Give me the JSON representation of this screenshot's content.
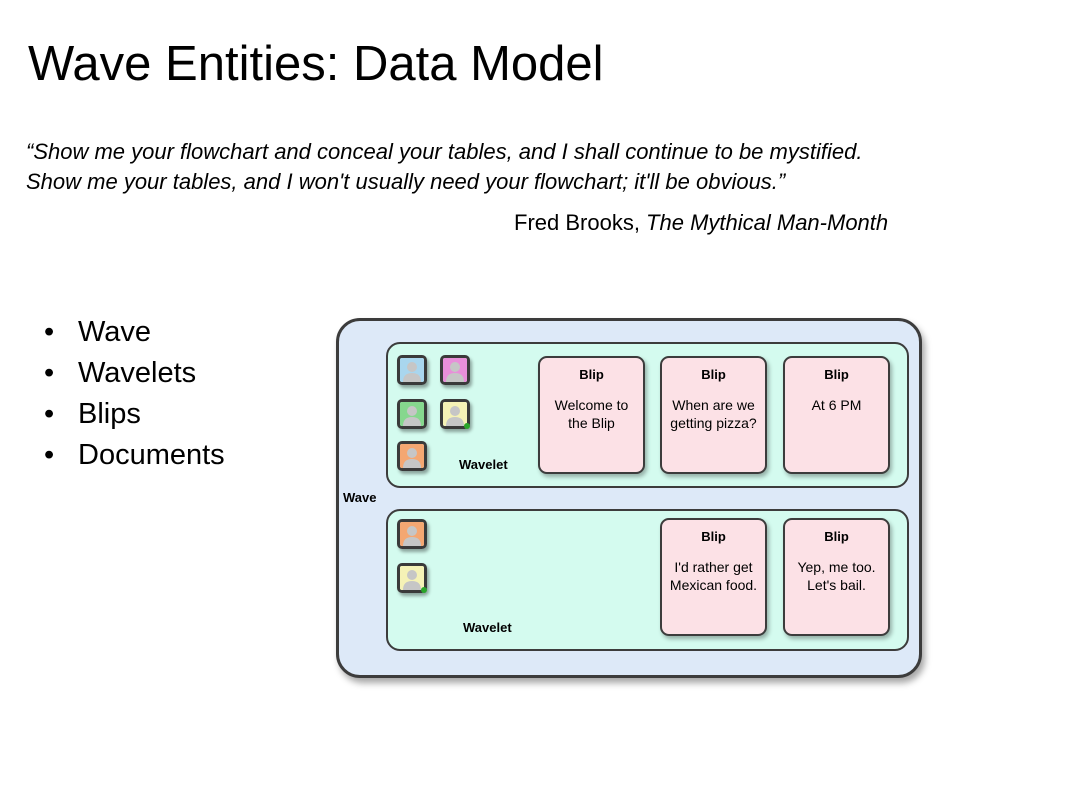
{
  "slide": {
    "title": "Wave Entities: Data Model",
    "quote_line1": "“Show me your flowchart and conceal your tables, and I shall continue to be mystified.",
    "quote_line2": "Show me your tables, and I won't usually need your flowchart; it'll be obvious.”",
    "attribution_author": "Fred Brooks, ",
    "attribution_book": "The Mythical Man-Month",
    "bullet_glyph": "•",
    "bullets": [
      "Wave",
      "Wavelets",
      "Blips",
      "Documents"
    ]
  },
  "diagram": {
    "wave_label": "Wave",
    "wavelets": [
      {
        "label": "Wavelet",
        "participants": [
          {
            "icon": "person-icon",
            "color": "#a9d6ee"
          },
          {
            "icon": "person-icon",
            "color": "#e88fd9"
          },
          {
            "icon": "person-icon",
            "color": "#86d78e"
          },
          {
            "icon": "person-icon",
            "color": "#f5f2b6",
            "online": true
          },
          {
            "icon": "person-icon",
            "color": "#f4a772"
          }
        ],
        "blips": [
          {
            "title": "Blip",
            "text_line1": "Welcome to",
            "text_line2": "the Blip"
          },
          {
            "title": "Blip",
            "text_line1": "When are we",
            "text_line2": "getting pizza?"
          },
          {
            "title": "Blip",
            "text_line1": "At 6 PM",
            "text_line2": ""
          }
        ]
      },
      {
        "label": "Wavelet",
        "participants": [
          {
            "icon": "person-icon",
            "color": "#f4a772"
          },
          {
            "icon": "person-icon",
            "color": "#f5f2b6",
            "online": true
          }
        ],
        "blips": [
          {
            "title": "Blip",
            "text_line1": "I'd rather get",
            "text_line2": "Mexican food."
          },
          {
            "title": "Blip",
            "text_line1": "Yep, me too.",
            "text_line2": "Let's bail."
          }
        ]
      }
    ]
  }
}
